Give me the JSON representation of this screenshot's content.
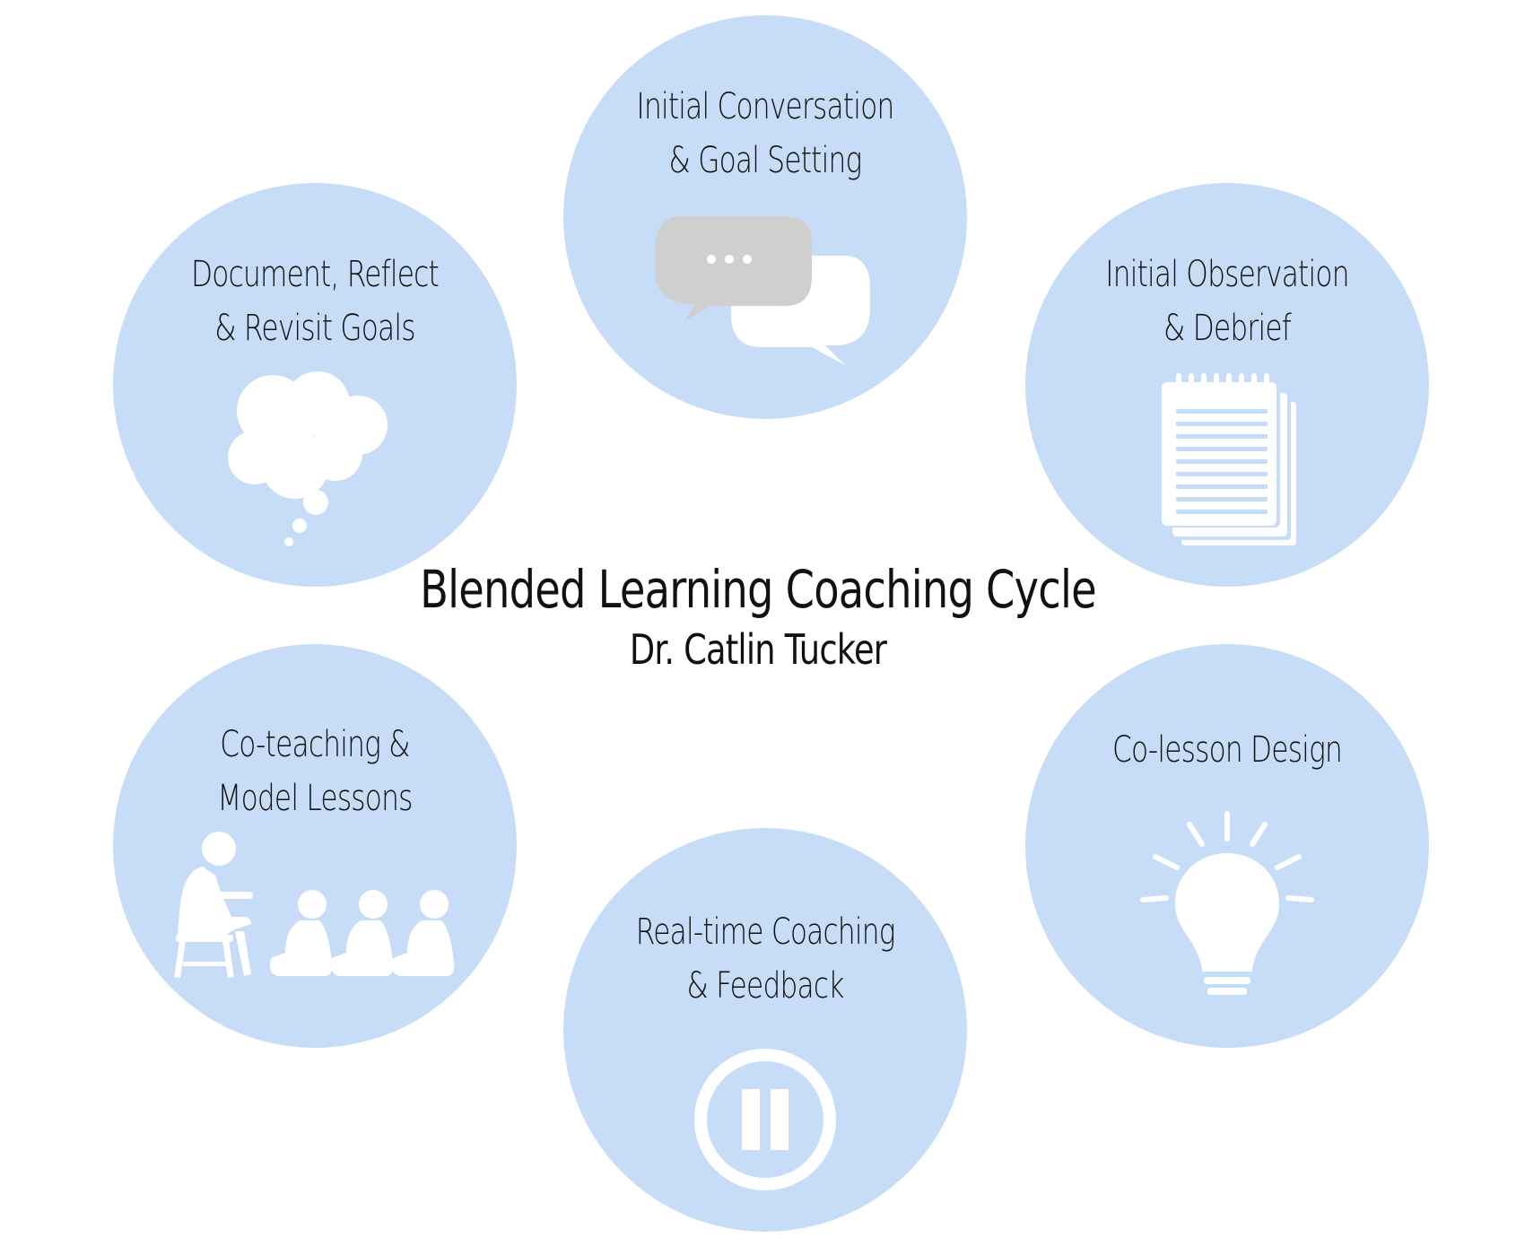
{
  "title": "Blended Learning Coaching Cycle",
  "author": "Dr. Catlin Tucker",
  "colors": {
    "circle": "#c7ddf7",
    "icon": "#ffffff",
    "speech_gray": "#cfcfcf",
    "text": "#111111"
  },
  "steps": [
    {
      "line1": "Initial Conversation",
      "line2": "& Goal Setting",
      "icon": "speech-bubbles-icon"
    },
    {
      "line1": "Initial Observation",
      "line2": "& Debrief",
      "icon": "notepad-icon"
    },
    {
      "line1": "Co-lesson Design",
      "line2": "",
      "icon": "lightbulb-icon"
    },
    {
      "line1": "Real-time Coaching",
      "line2": "& Feedback",
      "icon": "pause-icon"
    },
    {
      "line1": "Co-teaching &",
      "line2": "Model Lessons",
      "icon": "teacher-students-icon"
    },
    {
      "line1": "Document, Reflect",
      "line2": "& Revisit Goals",
      "icon": "thought-cloud-icon"
    }
  ]
}
